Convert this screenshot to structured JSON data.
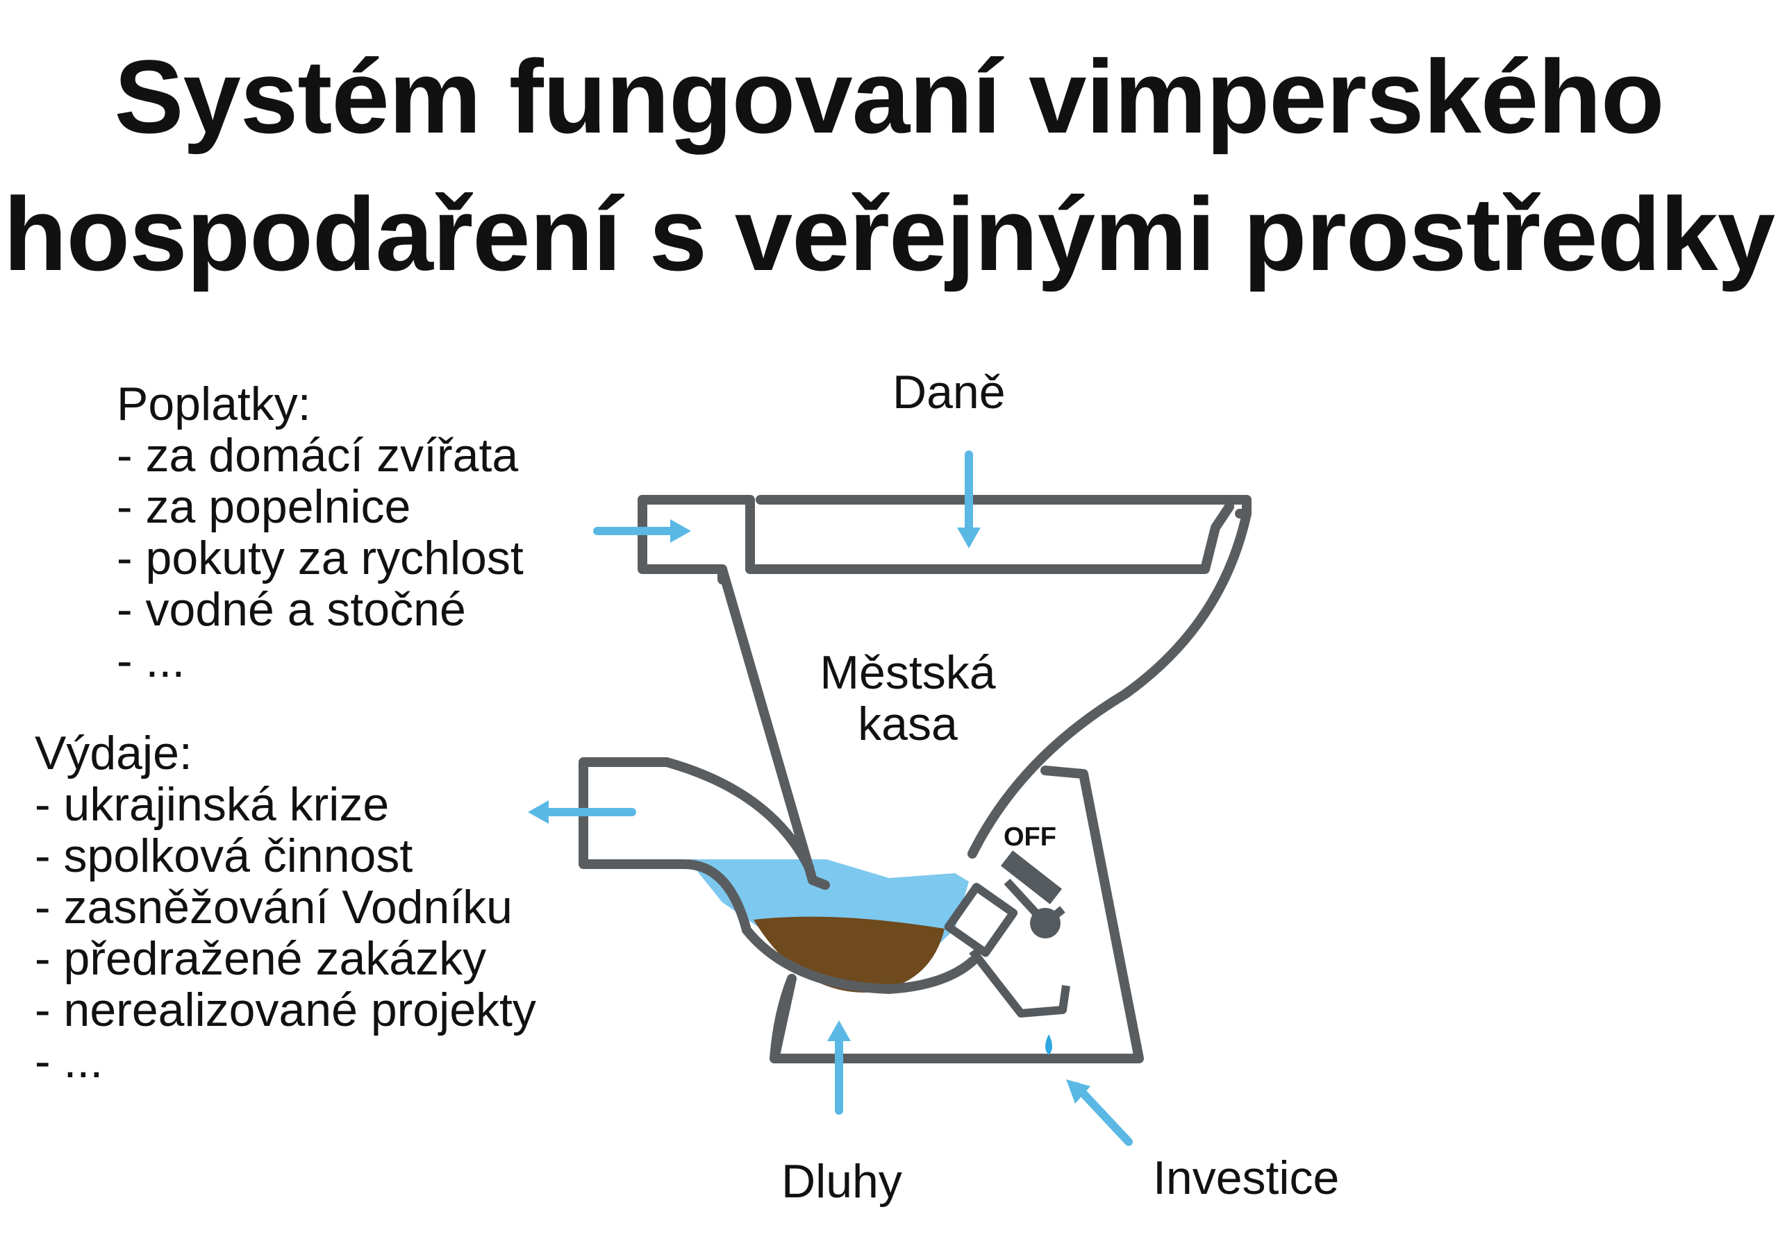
{
  "title": {
    "line1": "Systém fungovaní vimperského",
    "line2": "hospodaření s veřejnými prostředky"
  },
  "fees": {
    "heading": "Poplatky:",
    "items": [
      "- za domácí zvířata",
      "- za popelnice",
      "- pokuty za rychlost",
      "- vodné a stočné",
      "- ..."
    ]
  },
  "expenses": {
    "heading": "Výdaje:",
    "items": [
      "- ukrajinská krize",
      "- spolková činnost",
      "- zasněžování Vodníku",
      "- předražené zakázky",
      "- nerealizované projekty",
      "- ..."
    ]
  },
  "labels": {
    "taxes": "Daně",
    "treasury_line1": "Městská",
    "treasury_line2": "kasa",
    "valve_state": "OFF",
    "debts": "Dluhy",
    "investments": "Investice"
  },
  "colors": {
    "arrow": "#5bb8e4",
    "water": "#7dc8ee",
    "sludge": "#6e4a1d",
    "outline": "#5a5d60",
    "valve": "#555a5e"
  }
}
